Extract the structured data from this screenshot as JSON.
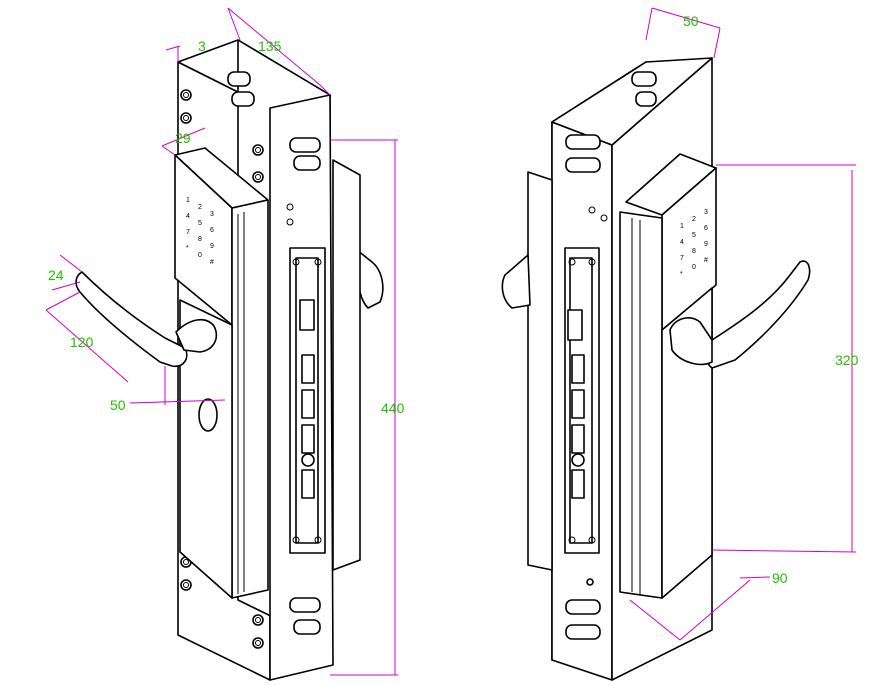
{
  "dimensions": {
    "left": {
      "thickness_3": "3",
      "depth_135": "135",
      "keypad_29": "29",
      "handle_24": "24",
      "handle_120": "120",
      "handle_50": "50",
      "height_440": "440"
    },
    "right": {
      "depth_50": "50",
      "height_320": "320",
      "width_90": "90"
    }
  },
  "keypad": {
    "left_keys": [
      "1",
      "2",
      "3",
      "4",
      "5",
      "6",
      "7",
      "8",
      "9",
      "*",
      "0",
      "#"
    ],
    "right_keys": [
      "1",
      "2",
      "3",
      "4",
      "5",
      "6",
      "7",
      "8",
      "9",
      "*",
      "0",
      "#"
    ]
  },
  "colors": {
    "outline": "#000000",
    "dimension_line": "#d000d0",
    "dimension_text": "#22c000"
  }
}
